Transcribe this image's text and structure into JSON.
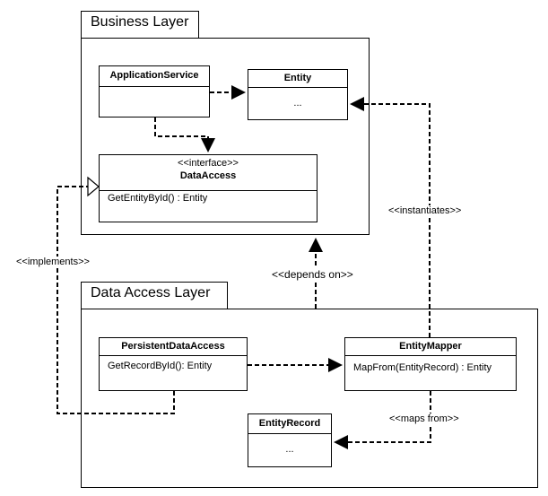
{
  "packages": {
    "business": {
      "title": "Business Layer"
    },
    "data_access": {
      "title": "Data Access Layer"
    }
  },
  "classes": {
    "application_service": {
      "name": "ApplicationService",
      "body": ""
    },
    "entity": {
      "name": "Entity",
      "body": "..."
    },
    "data_access": {
      "stereotype": "<<interface>>",
      "name": "DataAccess",
      "body": "GetEntityById() : Entity"
    },
    "persistent_data_access": {
      "name": "PersistentDataAccess",
      "body": "GetRecordById(): Entity"
    },
    "entity_mapper": {
      "name": "EntityMapper",
      "body": "MapFrom(EntityRecord) : Entity"
    },
    "entity_record": {
      "name": "EntityRecord",
      "body": "..."
    }
  },
  "relations": {
    "implements": "<<implements>>",
    "depends_on": "<<depends on>>",
    "instantiates": "<<instantiates>>",
    "maps_from": "<<maps from>>"
  }
}
